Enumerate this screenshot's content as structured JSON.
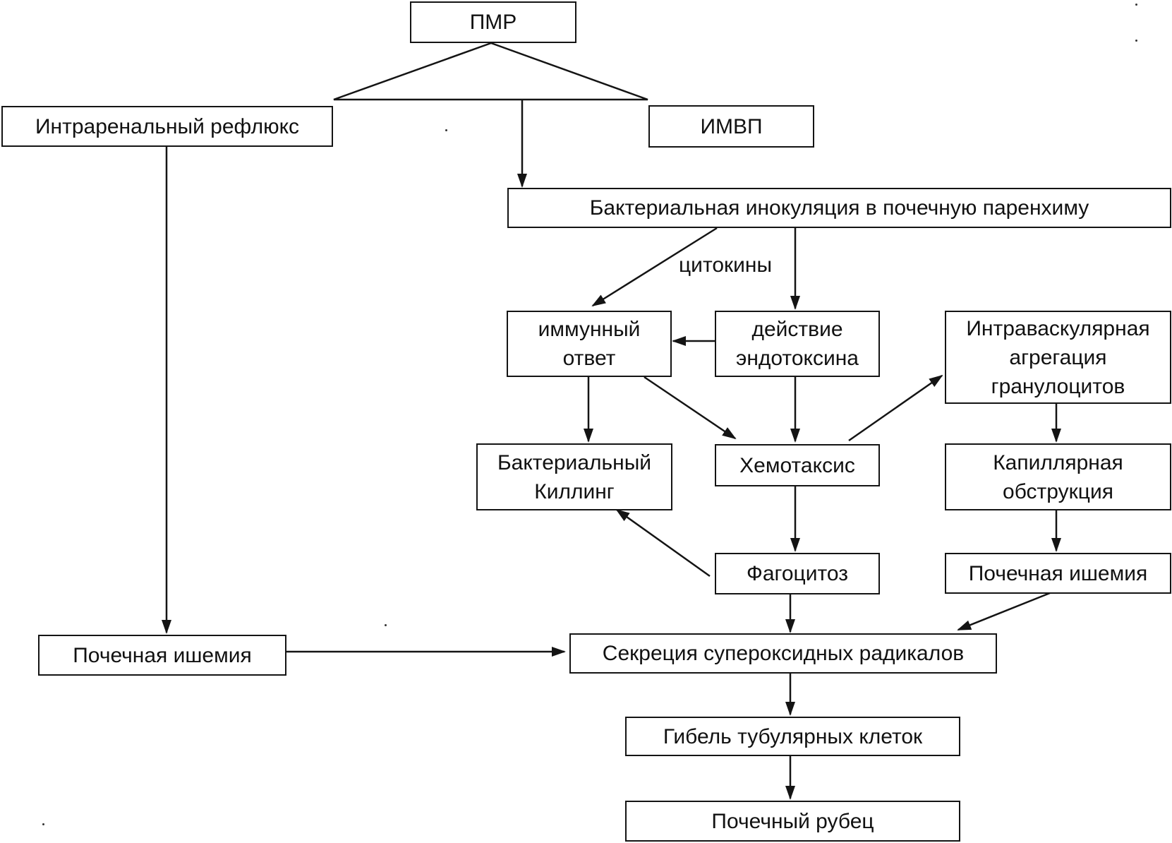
{
  "nodes": {
    "pmr": "ПМР",
    "intrarenal_reflux": "Интраренальный рефлюкс",
    "imvp": "ИМВП",
    "bacterial_inoculation": "Бактериальная инокуляция в почечную паренхиму",
    "immune_response": "иммунный\nответ",
    "endotoxin_action": "действие\nэндотоксина",
    "intravascular_aggregation": "Интраваскулярная\nагрегация\nгранулоцитов",
    "bacterial_killing": "Бактериальный\nКиллинг",
    "chemotaxis": "Хемотаксис",
    "capillary_obstruction": "Капиллярная\nобструкция",
    "phagocytosis": "Фагоцитоз",
    "renal_ischemia_right": "Почечная ишемия",
    "renal_ischemia_left": "Почечная ишемия",
    "superoxide_secretion": "Секреция супероксидных радикалов",
    "tubular_cell_death": "Гибель тубулярных клеток",
    "renal_scar": "Почечный рубец"
  },
  "edge_labels": {
    "cytokines": "цитокины"
  },
  "colors": {
    "line": "#141414",
    "background": "#ffffff"
  }
}
